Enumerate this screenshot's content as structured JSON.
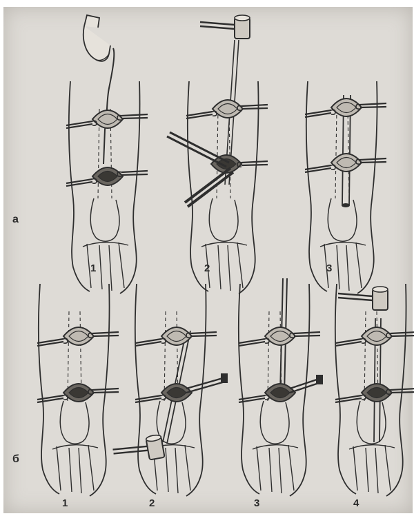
{
  "caption": "",
  "row_a": {
    "label": "а",
    "panels": [
      "1",
      "2",
      "3"
    ]
  },
  "row_b": {
    "label": "б",
    "panels": [
      "1",
      "2",
      "3",
      "4"
    ]
  },
  "colors": {
    "paper": "#dedbd6",
    "ink": "#2e2e2e"
  }
}
